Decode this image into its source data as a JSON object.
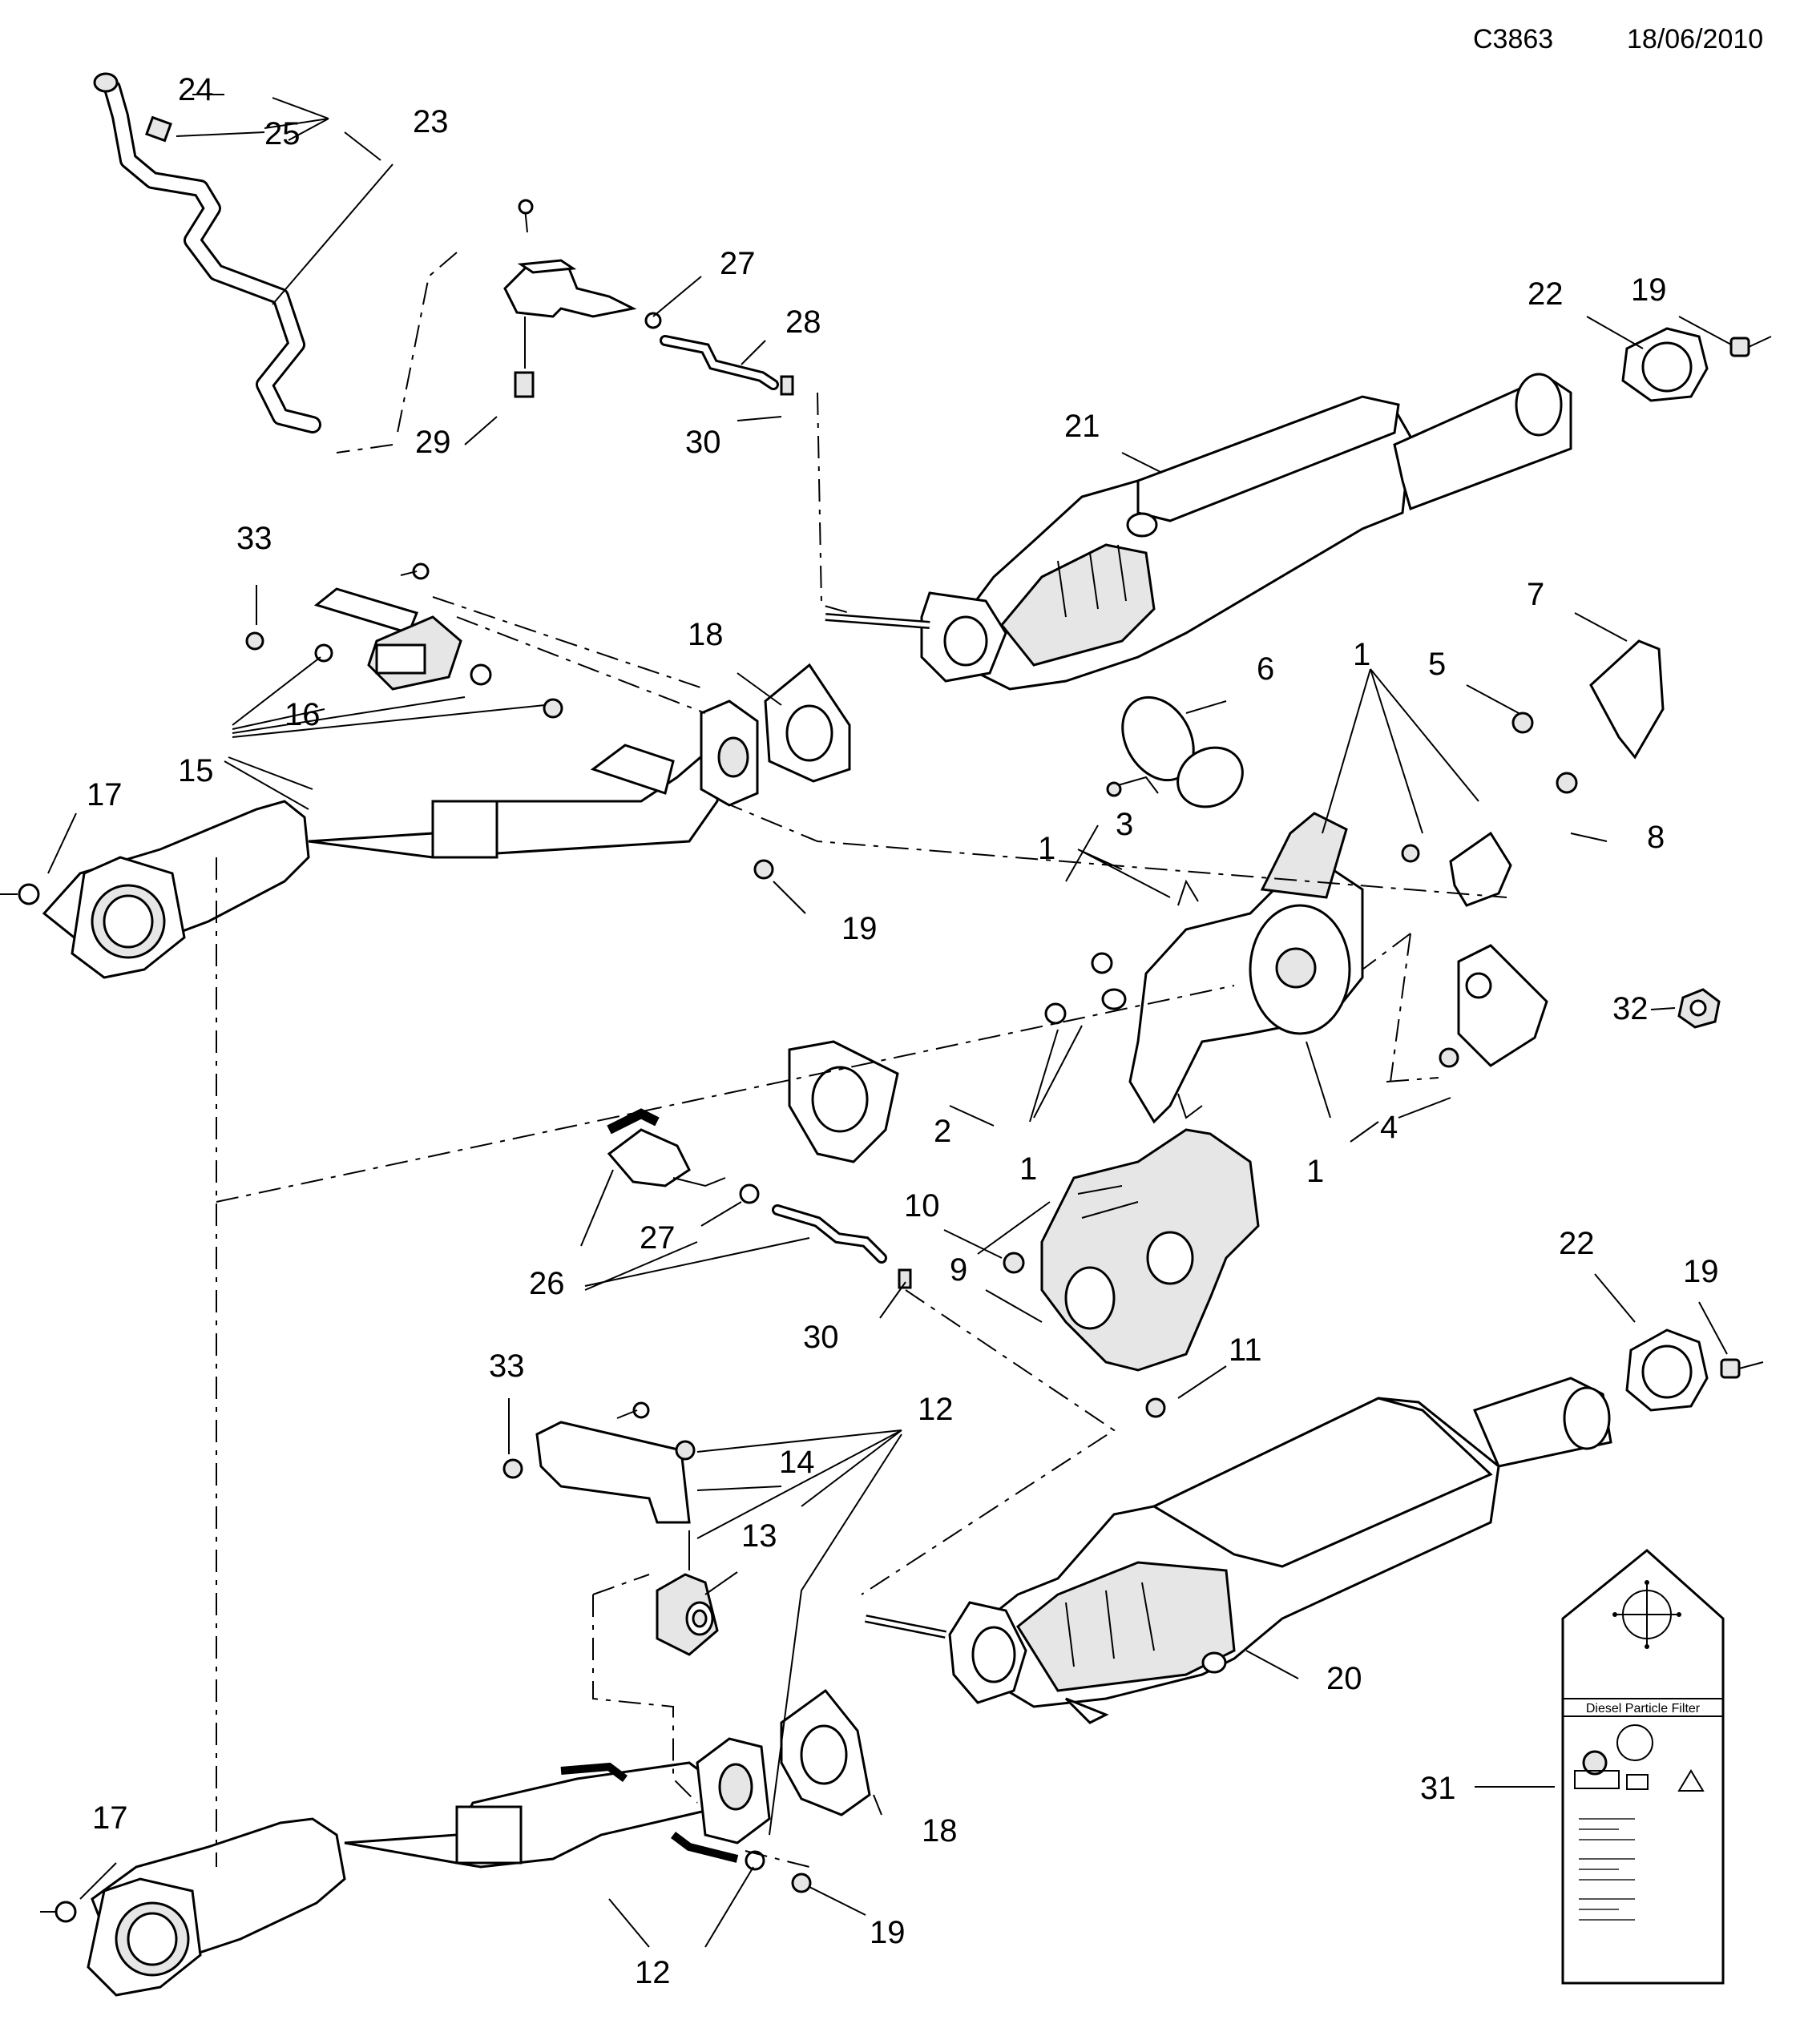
{
  "header": {
    "code": "C3863",
    "date": "18/06/2010"
  },
  "callouts": [
    {
      "id": "c24",
      "text": "24"
    },
    {
      "id": "c25",
      "text": "25"
    },
    {
      "id": "c23",
      "text": "23"
    },
    {
      "id": "c27a",
      "text": "27"
    },
    {
      "id": "c28",
      "text": "28"
    },
    {
      "id": "c22a",
      "text": "22"
    },
    {
      "id": "c19a",
      "text": "19"
    },
    {
      "id": "c29",
      "text": "29"
    },
    {
      "id": "c30a",
      "text": "30"
    },
    {
      "id": "c21",
      "text": "21"
    },
    {
      "id": "c33a",
      "text": "33"
    },
    {
      "id": "c18a",
      "text": "18"
    },
    {
      "id": "c1a",
      "text": "1"
    },
    {
      "id": "c7",
      "text": "7"
    },
    {
      "id": "c6",
      "text": "6"
    },
    {
      "id": "c5",
      "text": "5"
    },
    {
      "id": "c16",
      "text": "16"
    },
    {
      "id": "c15",
      "text": "15"
    },
    {
      "id": "c17a",
      "text": "17"
    },
    {
      "id": "c3",
      "text": "3"
    },
    {
      "id": "c8",
      "text": "8"
    },
    {
      "id": "c1b",
      "text": "1"
    },
    {
      "id": "c19b",
      "text": "19"
    },
    {
      "id": "c32",
      "text": "32"
    },
    {
      "id": "c2",
      "text": "2"
    },
    {
      "id": "c1c",
      "text": "1"
    },
    {
      "id": "c4",
      "text": "4"
    },
    {
      "id": "c1d",
      "text": "1"
    },
    {
      "id": "c10",
      "text": "10"
    },
    {
      "id": "c27b",
      "text": "27"
    },
    {
      "id": "c26",
      "text": "26"
    },
    {
      "id": "c9",
      "text": "9"
    },
    {
      "id": "c22b",
      "text": "22"
    },
    {
      "id": "c19c",
      "text": "19"
    },
    {
      "id": "c30b",
      "text": "30"
    },
    {
      "id": "c11",
      "text": "11"
    },
    {
      "id": "c33b",
      "text": "33"
    },
    {
      "id": "c12a",
      "text": "12"
    },
    {
      "id": "c14",
      "text": "14"
    },
    {
      "id": "c13",
      "text": "13"
    },
    {
      "id": "c20",
      "text": "20"
    },
    {
      "id": "c31",
      "text": "31"
    },
    {
      "id": "c17b",
      "text": "17"
    },
    {
      "id": "c18b",
      "text": "18"
    },
    {
      "id": "c19d",
      "text": "19"
    },
    {
      "id": "c12b",
      "text": "12"
    }
  ],
  "label_tag": {
    "title": "Diesel Particle Filter"
  }
}
